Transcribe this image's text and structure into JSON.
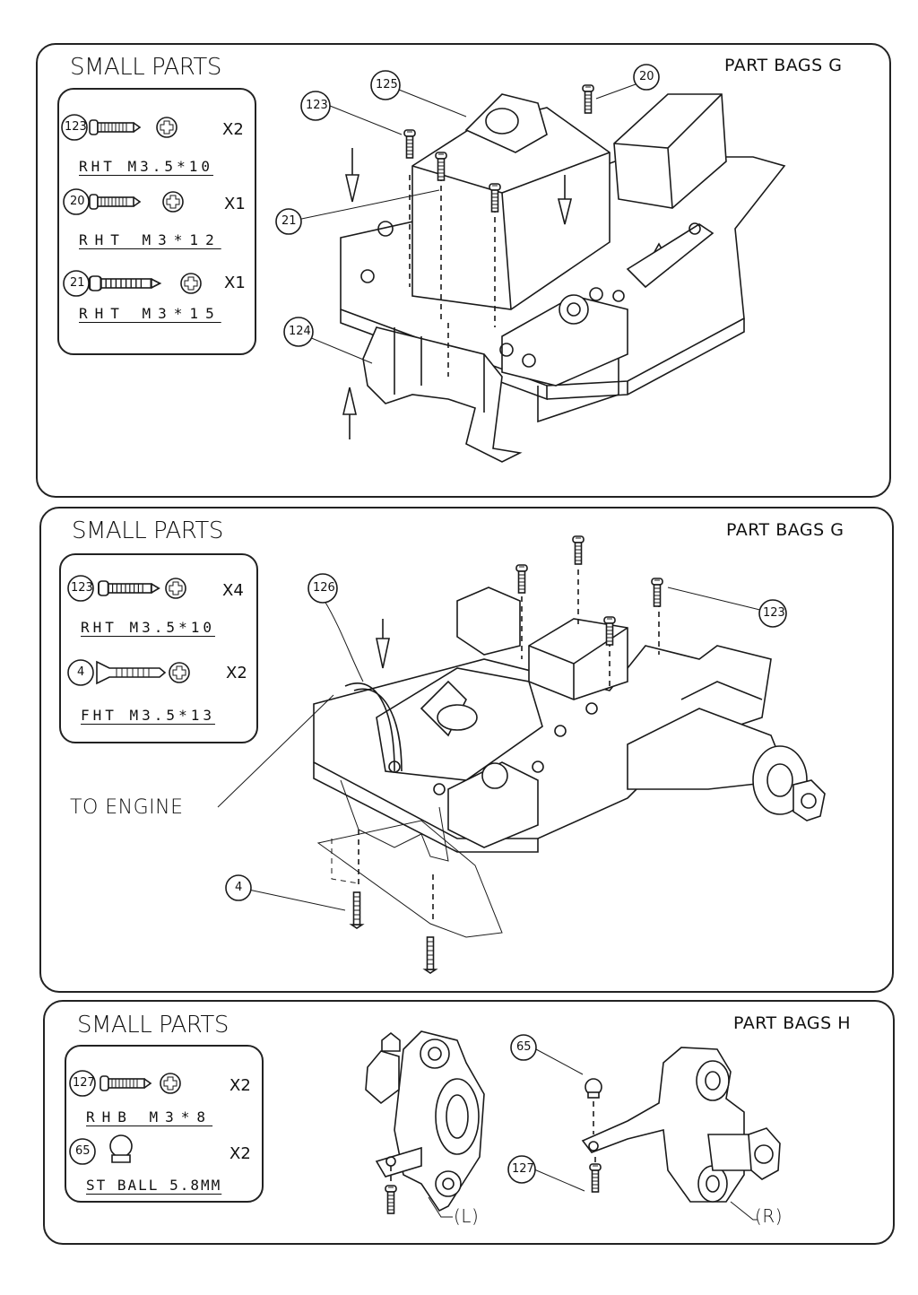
{
  "panels": [
    {
      "title": "SMALL PARTS",
      "bag": "PART BAGS G",
      "parts": [
        {
          "id": "123",
          "qty": "X2",
          "spec": "RHT M3.5*10"
        },
        {
          "id": "20",
          "qty": "X1",
          "spec": "RHT M3*12"
        },
        {
          "id": "21",
          "qty": "X1",
          "spec": "RHT M3*15"
        }
      ],
      "callouts": [
        "125",
        "123",
        "20",
        "21",
        "124"
      ]
    },
    {
      "title": "SMALL PARTS",
      "bag": "PART BAGS G",
      "parts": [
        {
          "id": "123",
          "qty": "X4",
          "spec": "RHT M3.5*10"
        },
        {
          "id": "4",
          "qty": "X2",
          "spec": "FHT M3.5*13"
        }
      ],
      "callouts": [
        "126",
        "123",
        "4"
      ],
      "annotation": "TO ENGINE"
    },
    {
      "title": "SMALL PARTS",
      "bag": "PART BAGS H",
      "parts": [
        {
          "id": "127",
          "qty": "X2",
          "spec": "RHB M3*8"
        },
        {
          "id": "65",
          "qty": "X2",
          "spec": "ST BALL 5.8MM"
        }
      ],
      "callouts": [
        "65",
        "127"
      ],
      "left_label": "(L)",
      "right_label": "(R)"
    }
  ],
  "icons": [
    "screw-icon",
    "phillips-head-icon",
    "ball-stud-icon",
    "arrow-down-icon",
    "arrow-up-icon"
  ]
}
